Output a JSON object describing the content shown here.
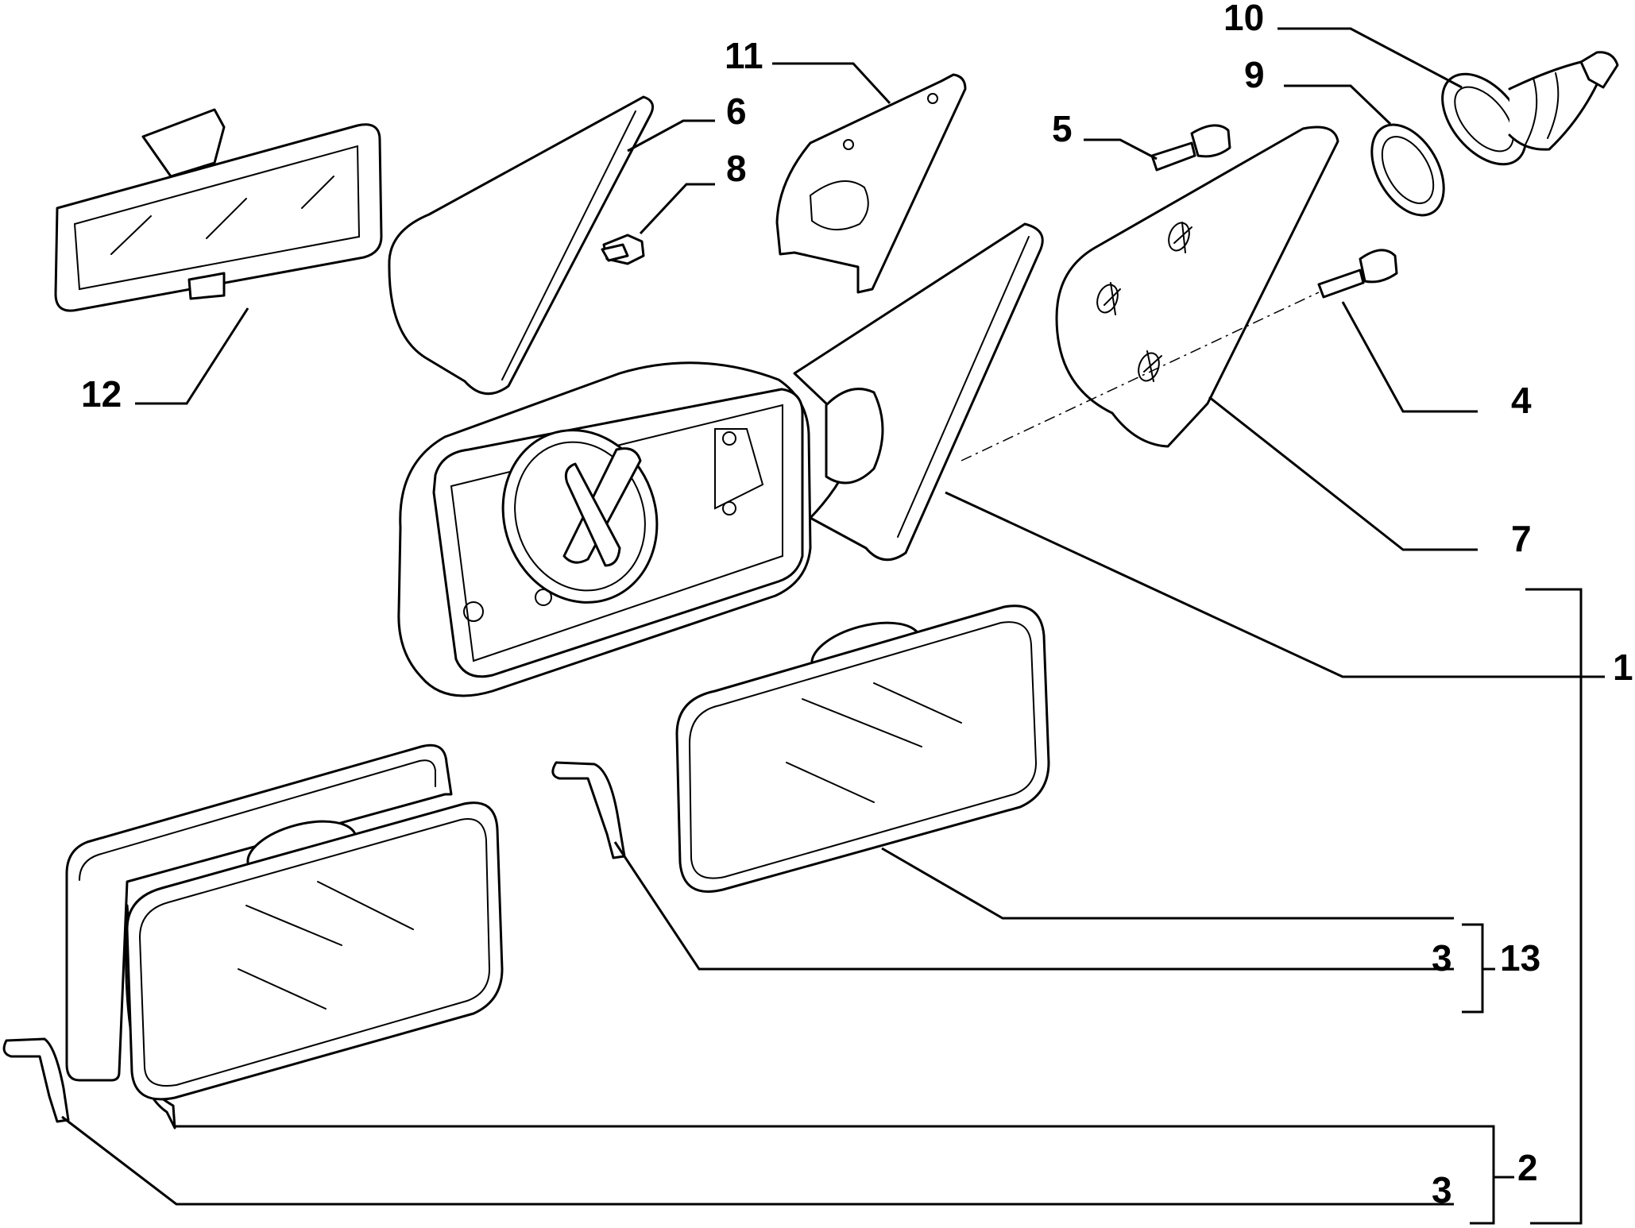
{
  "callouts": {
    "c1": "1",
    "c2": "2",
    "c3_top": "3",
    "c3_bottom": "3",
    "c4": "4",
    "c5": "5",
    "c6": "6",
    "c7": "7",
    "c8": "8",
    "c9": "9",
    "c10": "10",
    "c11": "11",
    "c12": "12",
    "c13": "13"
  }
}
